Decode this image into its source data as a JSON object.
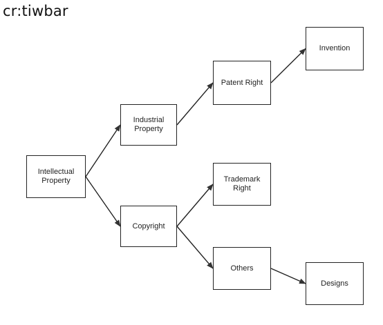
{
  "caption": "cr:tiwbar",
  "diagram": {
    "nodes": {
      "intellectual_property": "Intellectual\nProperty",
      "industrial_property": "Industrial\nProperty",
      "copyright": "Copyright",
      "patent_right": "Patent Right",
      "trademark_right": "Trademark\nRight",
      "others": "Others",
      "invention": "Invention",
      "designs": "Designs"
    },
    "edges": [
      {
        "from": "intellectual_property",
        "to": "industrial_property"
      },
      {
        "from": "intellectual_property",
        "to": "copyright"
      },
      {
        "from": "industrial_property",
        "to": "patent_right"
      },
      {
        "from": "patent_right",
        "to": "invention"
      },
      {
        "from": "copyright",
        "to": "trademark_right"
      },
      {
        "from": "copyright",
        "to": "others"
      },
      {
        "from": "others",
        "to": "designs"
      }
    ],
    "colors": {
      "stroke": "#222222",
      "text": "#222222",
      "background": "#ffffff"
    }
  }
}
